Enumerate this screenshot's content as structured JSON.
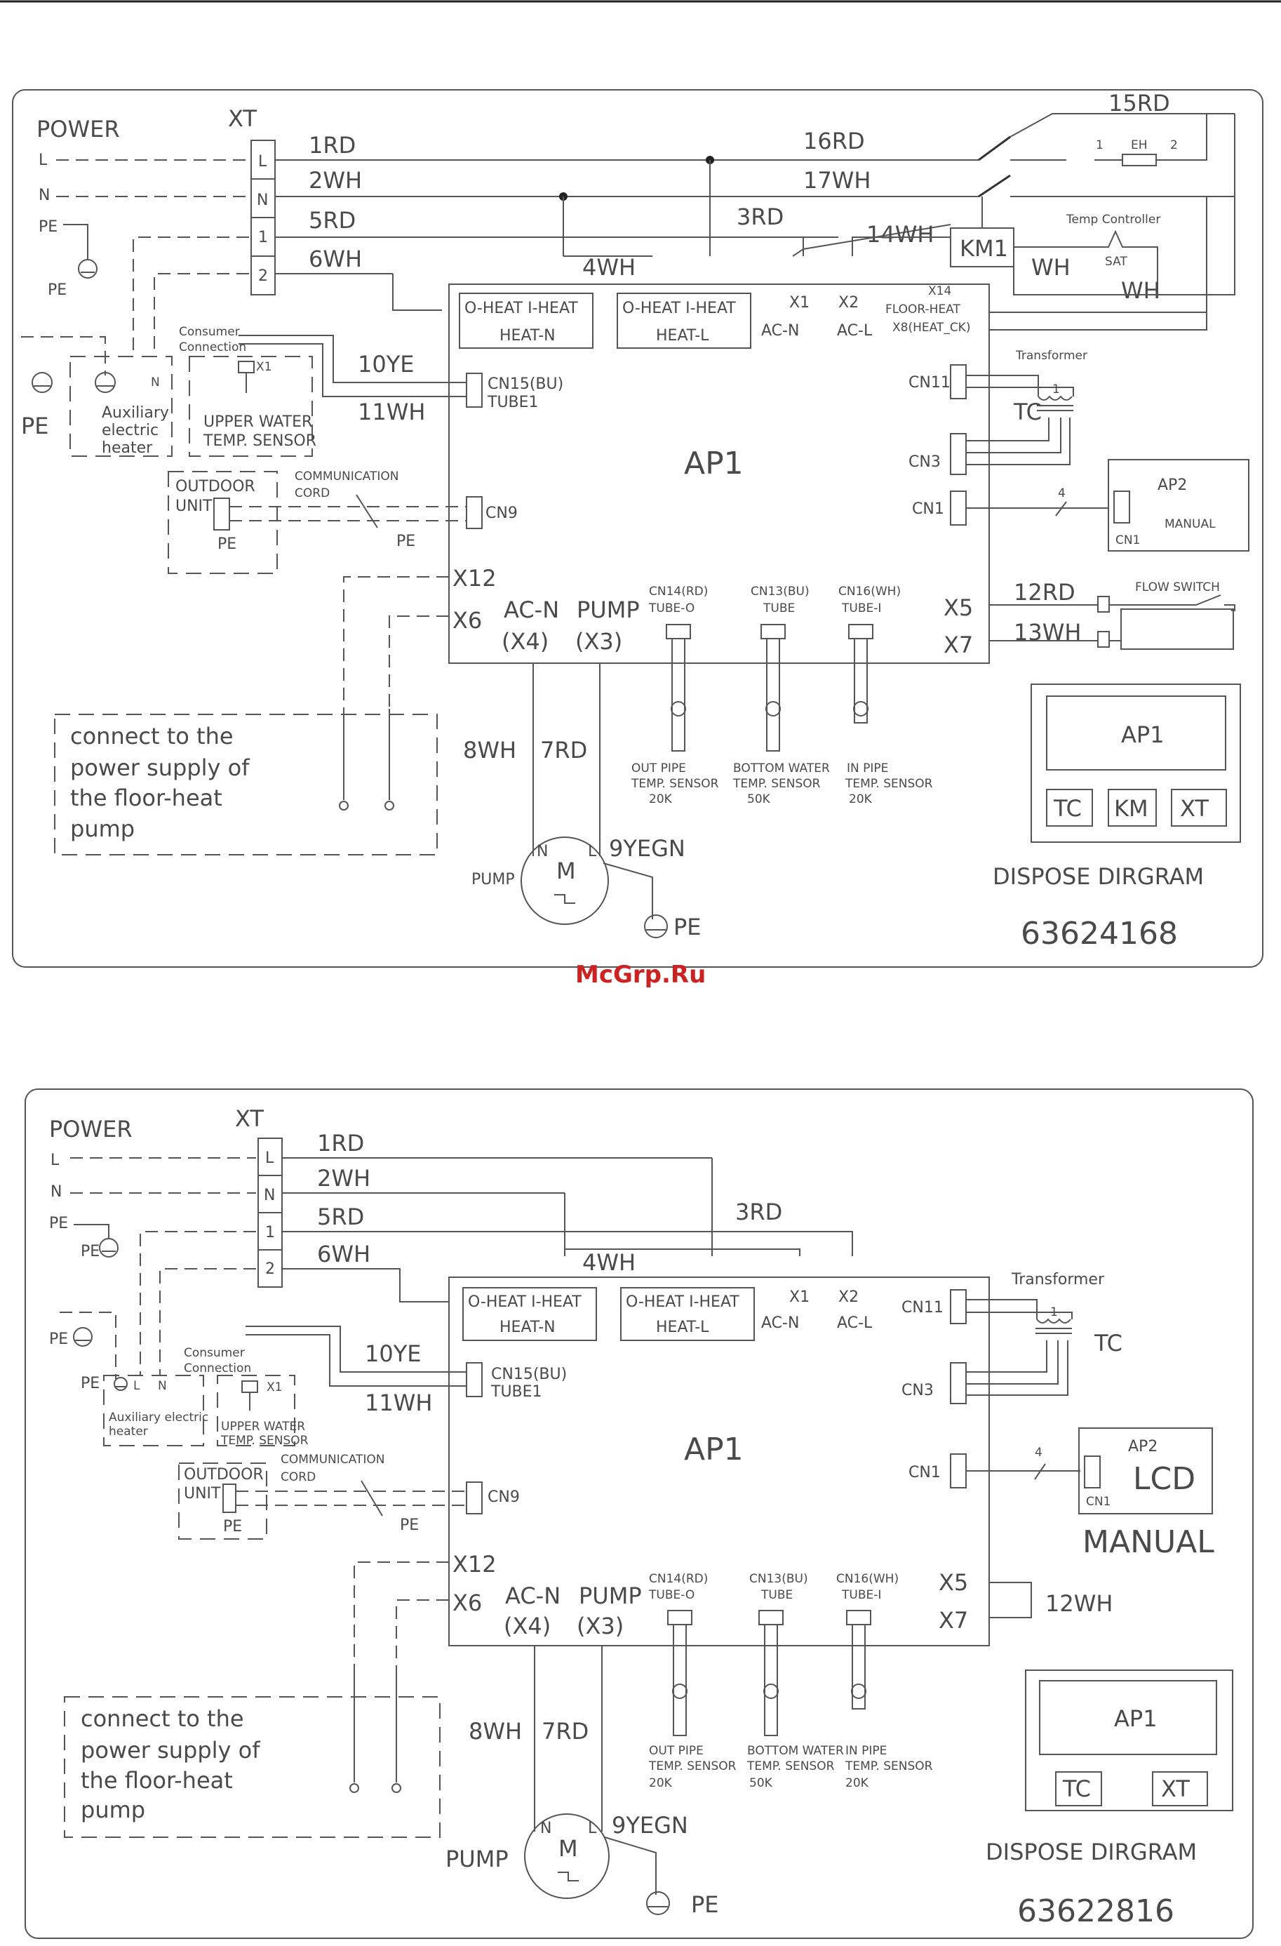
{
  "watermark": "McGrp.Ru",
  "diagram1": {
    "power": "POWER",
    "xt": "XT",
    "term_L": "L",
    "term_N": "N",
    "term_1": "1",
    "term_2": "2",
    "pe": "PE",
    "w_1rd": "1RD",
    "w_2wh": "2WH",
    "w_5rd": "5RD",
    "w_6wh": "6WH",
    "w_16rd": "16RD",
    "w_17wh": "17WH",
    "w_15rd": "15RD",
    "w_3rd": "3RD",
    "w_4wh": "4WH",
    "w_14wh": "14WH",
    "w_10ye": "10YE",
    "w_11wh": "11WH",
    "w_12rd": "12RD",
    "w_13wh": "13WH",
    "w_8wh": "8WH",
    "w_7rd": "7RD",
    "w_9yegn": "9YEGN",
    "km1": "KM1",
    "wh": "WH",
    "eh": "EH",
    "eh_1": "1",
    "eh_2": "2",
    "temp_controller": "Temp Controller",
    "sat": "SAT",
    "oheat": "O-HEAT I-HEAT",
    "heat_n": "HEAT-N",
    "heat_l": "HEAT-L",
    "x1": "X1",
    "acn": "AC-N",
    "x2": "X2",
    "acl": "AC-L",
    "x14": "X14",
    "floor_heat": "FLOOR-HEAT",
    "x8": "X8(HEAT_CK)",
    "consumer": "Consumer",
    "connection": "Connection",
    "x1b": "X1",
    "cn15": "CN15(BU)",
    "tube1": "TUBE1",
    "aux_n": "N",
    "aux1": "Auxiliary",
    "aux2": "electric",
    "aux3": "heater",
    "upper1": "UPPER WATER",
    "upper2": "TEMP. SENSOR",
    "ap1": "AP1",
    "cn11": "CN11",
    "cn3": "CN3",
    "cn1": "CN1",
    "transformer": "Transformer",
    "tc": "TC",
    "ap2": "AP2",
    "manual": "MANUAL",
    "cn1b": "CN1",
    "four": "4",
    "outdoor1": "OUTDOOR",
    "outdoor2": "UNIT",
    "comm1": "COMMUNICATION",
    "comm2": "CORD",
    "cn9": "CN9",
    "x12": "X12",
    "x6": "X6",
    "acn2": "AC-N",
    "x4": "(X4)",
    "pump_lbl": "PUMP",
    "x3": "(X3)",
    "cn14": "CN14(RD)",
    "tube_o": "TUBE-O",
    "cn13": "CN13(BU)",
    "tube": "TUBE",
    "cn16": "CN16(WH)",
    "tube_i": "TUBE-I",
    "x5": "X5",
    "x7": "X7",
    "flow": "FLOW SWITCH",
    "s_out1": "OUT PIPE",
    "s_out2": "TEMP. SENSOR",
    "s_out3": "20K",
    "s_bot1": "BOTTOM WATER",
    "s_bot2": "TEMP. SENSOR",
    "s_bot3": "50K",
    "s_in1": "IN PIPE",
    "s_in2": "TEMP. SENSOR",
    "s_in3": "20K",
    "conn1": "connect to the",
    "conn2": "power supply of",
    "conn3": "the floor-heat",
    "conn4": "pump",
    "pump": "PUMP",
    "m": "M",
    "n": "N",
    "l": "L",
    "dd_ap1": "AP1",
    "dd_tc": "TC",
    "dd_km": "KM",
    "dd_xt": "XT",
    "dispose": "DISPOSE DIRGRAM",
    "number": "63624168"
  },
  "diagram2": {
    "power": "POWER",
    "xt": "XT",
    "term_L": "L",
    "term_N": "N",
    "term_1": "1",
    "term_2": "2",
    "pe": "PE",
    "w_1rd": "1RD",
    "w_2wh": "2WH",
    "w_5rd": "5RD",
    "w_6wh": "6WH",
    "w_3rd": "3RD",
    "w_4wh": "4WH",
    "w_10ye": "10YE",
    "w_11wh": "11WH",
    "w_12wh": "12WH",
    "w_8wh": "8WH",
    "w_7rd": "7RD",
    "w_9yegn": "9YEGN",
    "oheat": "O-HEAT I-HEAT",
    "heat_n": "HEAT-N",
    "heat_l": "HEAT-L",
    "x1": "X1",
    "acn": "AC-N",
    "x2": "X2",
    "acl": "AC-L",
    "consumer": "Consumer",
    "connection": "Connection",
    "x1b": "X1",
    "cn15": "CN15(BU)",
    "tube1": "TUBE1",
    "aux_l": "L",
    "aux_n": "N",
    "aux1": "Auxiliary electric",
    "aux2": "heater",
    "upper1": "UPPER WATER",
    "upper2": "TEMP. SENSOR",
    "ap1": "AP1",
    "cn11": "CN11",
    "cn3": "CN3",
    "cn1": "CN1",
    "transformer": "Transformer",
    "tc": "TC",
    "ap2": "AP2",
    "lcd": "LCD",
    "cn1b": "CN1",
    "four": "4",
    "manual": "MANUAL",
    "outdoor1": "OUTDOOR",
    "outdoor2": "UNIT",
    "comm1": "COMMUNICATION",
    "comm2": "CORD",
    "cn9": "CN9",
    "x12": "X12",
    "x6": "X6",
    "acn2": "AC-N",
    "x4": "(X4)",
    "pump_lbl": "PUMP",
    "x3": "(X3)",
    "cn14": "CN14(RD)",
    "tube_o": "TUBE-O",
    "cn13": "CN13(BU)",
    "tube": "TUBE",
    "cn16": "CN16(WH)",
    "tube_i": "TUBE-I",
    "x5": "X5",
    "x7": "X7",
    "s_out1": "OUT PIPE",
    "s_out2": "TEMP. SENSOR",
    "s_out3": "20K",
    "s_bot1": "BOTTOM WATER",
    "s_bot2": "TEMP. SENSOR",
    "s_bot3": "50K",
    "s_in1": "IN PIPE",
    "s_in2": "TEMP. SENSOR",
    "s_in3": "20K",
    "conn1": "connect to the",
    "conn2": "power supply of",
    "conn3": "the floor-heat",
    "conn4": "pump",
    "pump": "PUMP",
    "m": "M",
    "n": "N",
    "l": "L",
    "dd_ap1": "AP1",
    "dd_tc": "TC",
    "dd_xt": "XT",
    "dispose": "DISPOSE DIRGRAM",
    "number": "63622816"
  }
}
